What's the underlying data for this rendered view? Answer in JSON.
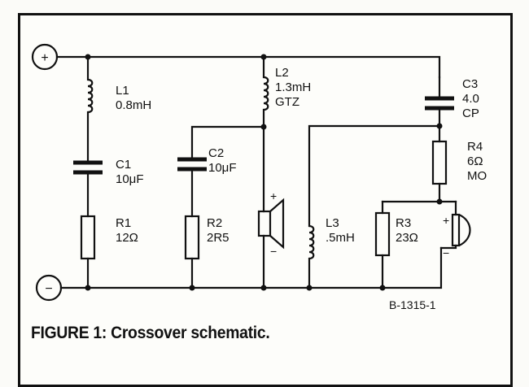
{
  "terminals": {
    "positive": "+",
    "negative": "−"
  },
  "components": {
    "l1": {
      "name": "L1",
      "value": "0.8mH"
    },
    "c1": {
      "name": "C1",
      "value": "10μF"
    },
    "r1": {
      "name": "R1",
      "value": "12Ω"
    },
    "l2": {
      "name": "L2",
      "value": "1.3mH",
      "note": "GTZ"
    },
    "c2": {
      "name": "C2",
      "value": "10μF"
    },
    "r2": {
      "name": "R2",
      "value": "2R5"
    },
    "c3": {
      "name": "C3",
      "value": "4.0",
      "note": "CP"
    },
    "r4": {
      "name": "R4",
      "value": "6Ω",
      "note": "MO"
    },
    "l3": {
      "name": "L3",
      "value": ".5mH"
    },
    "r3": {
      "name": "R3",
      "value": "23Ω"
    }
  },
  "speakers": {
    "woofer": {
      "plus": "+",
      "minus": "−"
    },
    "tweeter": {
      "plus": "+",
      "minus": "−"
    }
  },
  "reference": "B-1315-1",
  "caption": "FIGURE 1: Crossover schematic."
}
